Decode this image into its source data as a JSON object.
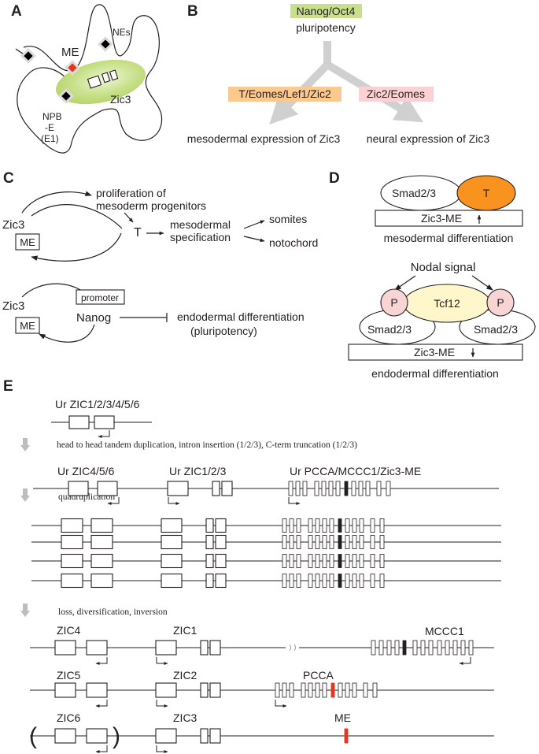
{
  "panels": {
    "a": "A",
    "b": "B",
    "c": "C",
    "d": "D",
    "e": "E"
  },
  "panel_a": {
    "me": "ME",
    "nes": "NEs",
    "zic3": "Zic3",
    "npb_1": "NPB",
    "npb_2": "-E",
    "npb_3": "(E1)"
  },
  "panel_b": {
    "top_label": "Nanog/Oct4",
    "top_sub": "pluripotency",
    "left_factor": "T/Eomes/Lef1/Zic2",
    "right_factor": "Zic2/Eomes",
    "left_outcome": "mesodermal expression of Zic3",
    "right_outcome": "neural expression of Zic3"
  },
  "panel_c": {
    "zic3_top": "Zic3",
    "me_top": "ME",
    "prolif_1": "proliferation of",
    "prolif_2": "mesoderm progenitors",
    "t": "T",
    "spec_1": "mesodermal",
    "spec_2": "specification",
    "somites": "somites",
    "notochord": "notochord",
    "zic3_bottom": "Zic3",
    "me_bottom": "ME",
    "promoter": "promoter",
    "nanog": "Nanog",
    "endo_1": "endodermal differentiation",
    "endo_2": "(pluripotency)"
  },
  "panel_d": {
    "smad_top": "Smad2/3",
    "t": "T",
    "zic3me_top": "Zic3-ME",
    "meso_caption": "mesodermal differentiation",
    "nodal": "Nodal signal",
    "p_left": "P",
    "tcf12": "Tcf12",
    "p_right": "P",
    "smad_left": "Smad2/3",
    "smad_right": "Smad2/3",
    "zic3me_bottom": "Zic3-ME",
    "endo_caption": "endodermal differentiation"
  },
  "panel_e": {
    "ur_zic": "Ur ZIC1/2/3/4/5/6",
    "step1": "head to head tandem duplication, intron insertion (1/2/3), C-term truncation (1/2/3)",
    "ur_zic456": "Ur ZIC4/5/6",
    "ur_zic123": "Ur ZIC1/2/3",
    "ur_pcca": "Ur PCCA/MCCC1/Zic3-ME",
    "step2": "quadruplication",
    "step3": "loss, diversification, inversion",
    "zic4": "ZIC4",
    "zic1": "ZIC1",
    "mccc1": "MCCC1",
    "zic5": "ZIC5",
    "zic2": "ZIC2",
    "pcca": "PCCA",
    "zic6": "ZIC6",
    "zic3": "ZIC3",
    "me": "ME",
    "paren_open": "(",
    "paren_close": ")"
  },
  "colors": {
    "green_fill": "#c8e08a",
    "orange_fill": "#f7931e",
    "peach_highlight": "#fbc88e",
    "pink_highlight": "#fbd1d4",
    "yellow_fill": "#fff6cc",
    "pink_circle": "#f9d4d4",
    "red_mark": "#e8351d",
    "gray_arrow": "#d0d0d0"
  },
  "icons": [
    "diamond-marker-icon",
    "arrow-icon",
    "turn-arrow-icon",
    "down-arrow-icon"
  ]
}
